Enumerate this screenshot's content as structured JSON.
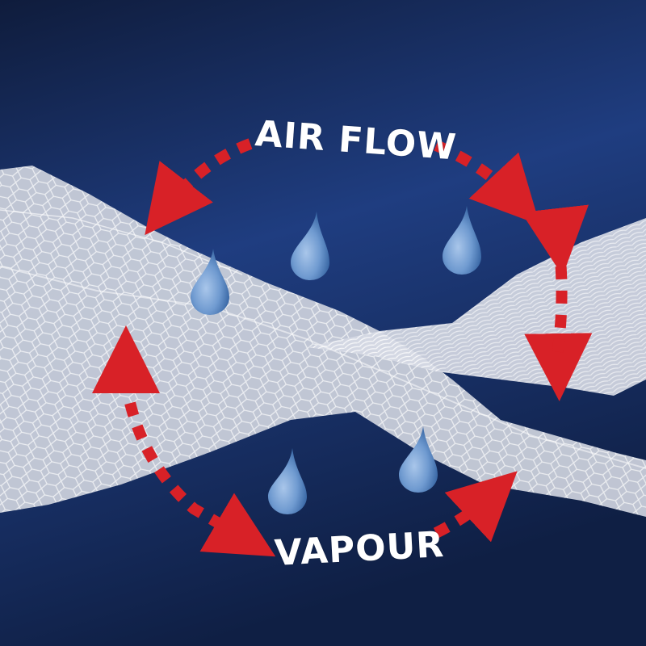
{
  "labels": {
    "top": "AIR FLOW",
    "bottom": "VAPOUR"
  },
  "colors": {
    "background_dark": "#0f1c3c",
    "background_mid": "#1f3d80",
    "fabric": "#d9dde8",
    "arrow": "#d82127",
    "droplet": "#6f9ad0",
    "label_text": "#ffffff"
  },
  "icons": {
    "droplet": "water-droplet",
    "arrow": "red-dashed-arrow"
  }
}
